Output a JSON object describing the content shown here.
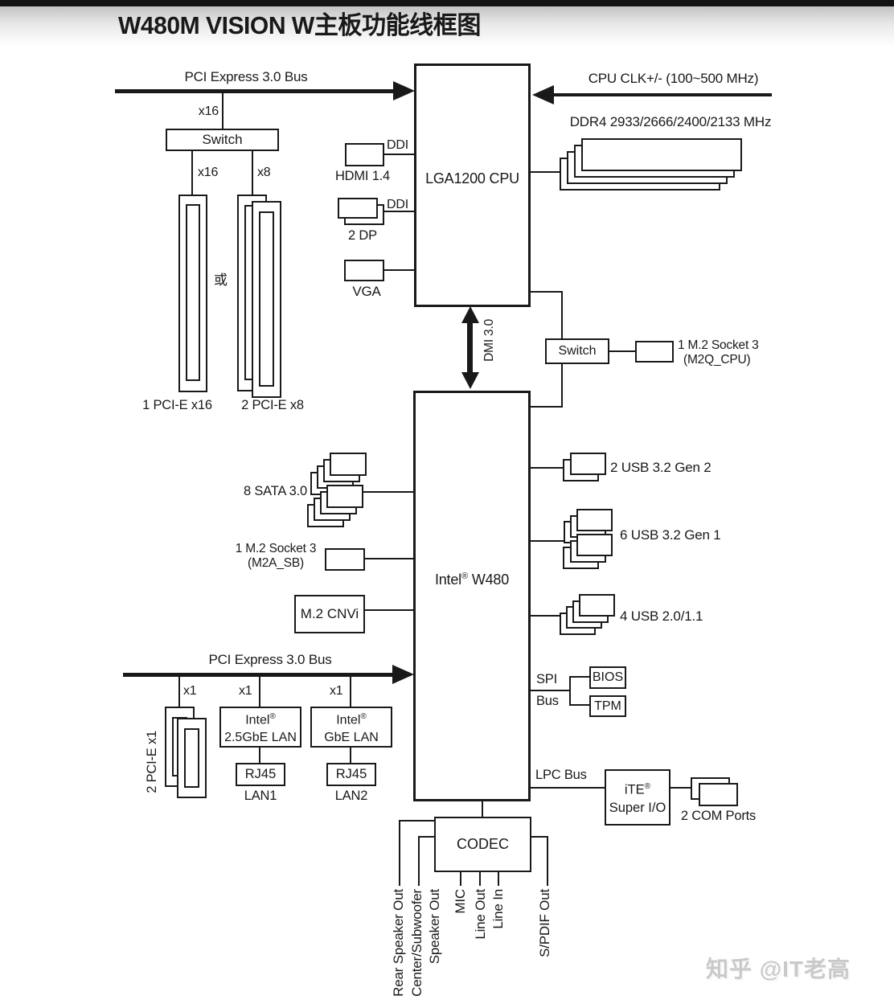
{
  "title": "W480M VISION W主板功能线框图",
  "watermark": "知乎 @IT老高",
  "buses": {
    "pcie_top": "PCI Express 3.0 Bus",
    "pcie_bottom": "PCI Express 3.0 Bus",
    "cpu_clk": "CPU CLK+/- (100~500 MHz)",
    "dmi": "DMI 3.0",
    "spi_line1": "SPI",
    "spi_line2": "Bus",
    "lpc": "LPC Bus"
  },
  "lanes": {
    "x16_bus": "x16",
    "x16": "x16",
    "x8": "x8",
    "x1_a": "x1",
    "x1_b": "x1",
    "x1_c": "x1"
  },
  "cpu": {
    "label": "LGA1200 CPU",
    "memory": "DDR4 2933/2666/2400/2133 MHz"
  },
  "chipset": {
    "brand": "Intel",
    "reg": "®",
    "model": "W480"
  },
  "switches": {
    "top": "Switch",
    "m2": "Switch"
  },
  "slots": {
    "x16_label": "1 PCI-E x16",
    "or": "或",
    "x8_label": "2 PCI-E x8",
    "x1_label": "2 PCI-E x1"
  },
  "display": {
    "ddi1": "DDI",
    "ddi2": "DDI",
    "hdmi": "HDMI 1.4",
    "dp": "2 DP",
    "vga": "VGA"
  },
  "m2q": {
    "line1": "1 M.2 Socket 3",
    "line2": "(M2Q_CPU)"
  },
  "m2a": {
    "line1": "1 M.2 Socket 3",
    "line2": "(M2A_SB)"
  },
  "storage": {
    "sata": "8 SATA 3.0",
    "cnvi": "M.2 CNVi"
  },
  "usb": {
    "gen2": "2 USB 3.2 Gen 2",
    "gen1": "6 USB 3.2 Gen 1",
    "usb20": "4 USB 2.0/1.1"
  },
  "lan": {
    "lan1": {
      "brand": "Intel",
      "reg": "®",
      "model": "2.5GbE LAN",
      "jack": "RJ45",
      "port": "LAN1"
    },
    "lan2": {
      "brand": "Intel",
      "reg": "®",
      "model": "GbE LAN",
      "jack": "RJ45",
      "port": "LAN2"
    }
  },
  "firmware": {
    "bios": "BIOS",
    "tpm": "TPM"
  },
  "superio": {
    "brand": "iTE",
    "reg": "®",
    "line2": "Super I/O",
    "com": "2 COM Ports"
  },
  "audio": {
    "codec": "CODEC",
    "ports": [
      "Rear Speaker Out",
      "Center/Subwoofer",
      "Speaker Out",
      "MIC",
      "Line Out",
      "Line In",
      "S/PDIF Out"
    ]
  }
}
